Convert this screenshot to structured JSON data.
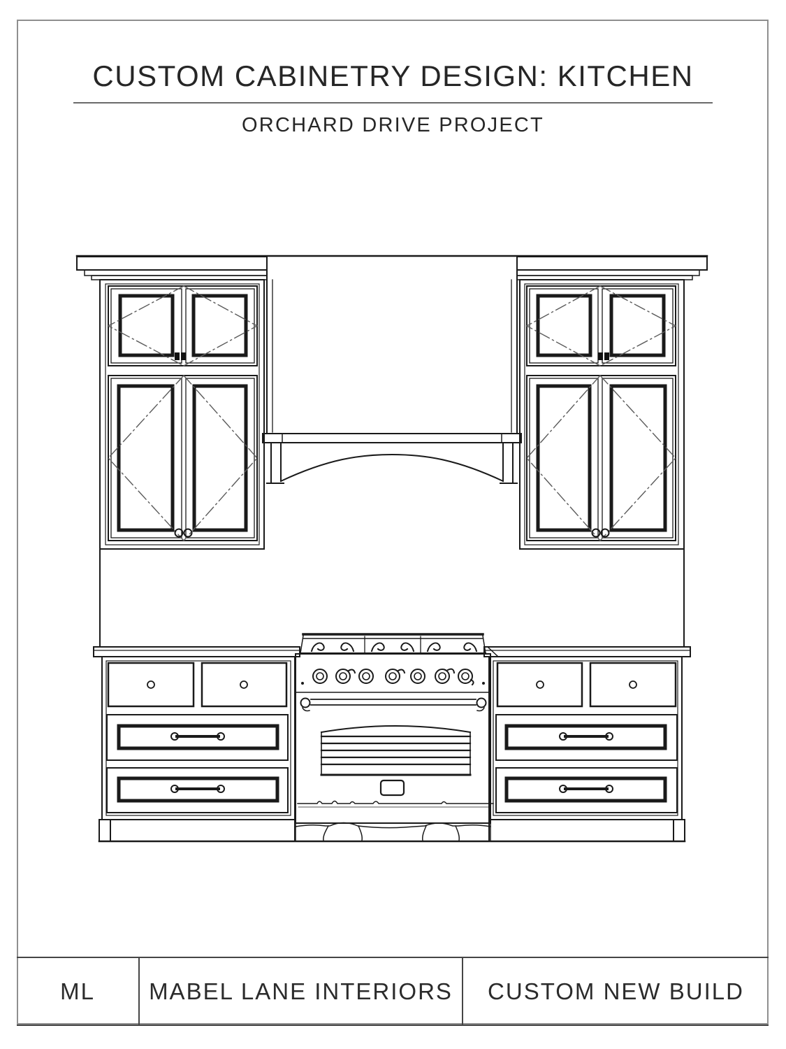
{
  "page": {
    "background": "#ffffff",
    "border_color": "#8f8f8f",
    "line_color": "#1a1a1a",
    "text_color": "#262626"
  },
  "header": {
    "title": "CUSTOM CABINETRY DESIGN: KITCHEN",
    "subtitle": "ORCHARD DRIVE PROJECT"
  },
  "drawing": {
    "kind": "front-elevation-line-drawing",
    "components": [
      "crown-moulding",
      "upper-cabinet-left",
      "arched-range-hood",
      "upper-cabinet-right",
      "countertop",
      "base-drawer-cabinet-left",
      "professional-range",
      "base-drawer-cabinet-right",
      "toe-kick"
    ]
  },
  "footer": {
    "cells": [
      {
        "label": "ML"
      },
      {
        "label": "MABEL LANE INTERIORS"
      },
      {
        "label": "CUSTOM NEW BUILD"
      }
    ]
  }
}
